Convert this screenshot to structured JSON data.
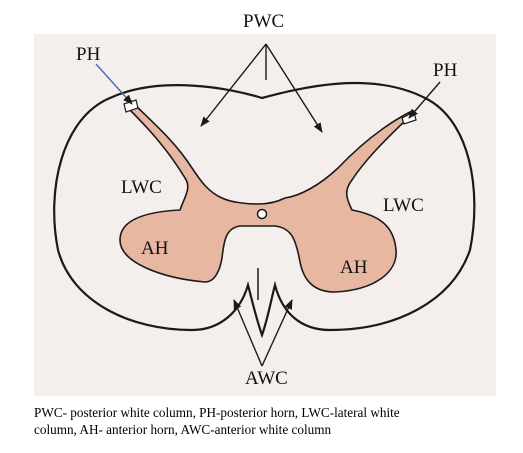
{
  "labels": {
    "pwc": "PWC",
    "ph_left": "PH",
    "ph_right": "PH",
    "lwc_left": "LWC",
    "lwc_right": "LWC",
    "ah_left": "AH",
    "ah_right": "AH",
    "awc": "AWC"
  },
  "caption": {
    "line1": "PWC- posterior white column, PH-posterior horn, LWC-lateral white",
    "line2": "column, AH- anterior horn, AWC-anterior white column"
  },
  "colors": {
    "paper": "#f4eeed",
    "grey_matter": "#e8b7a2",
    "outline": "#1a1a1a",
    "accent": "#3b6fb8"
  }
}
